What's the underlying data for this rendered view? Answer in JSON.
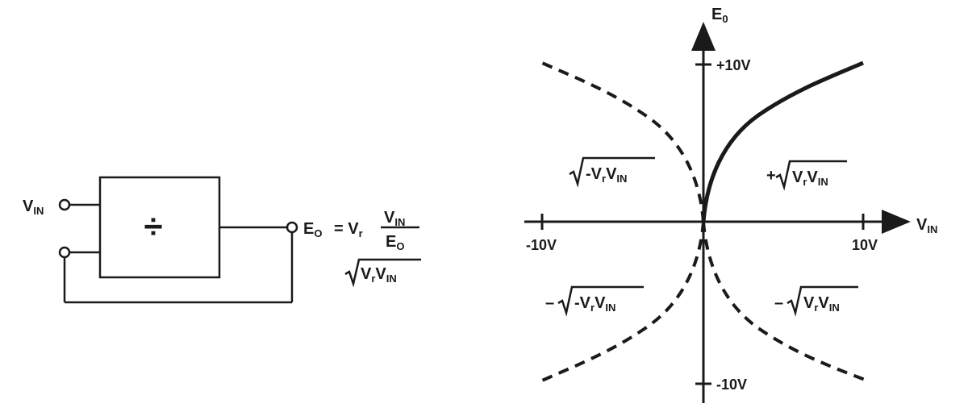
{
  "block_diagram": {
    "input_label": {
      "main": "V",
      "sub": "IN"
    },
    "operator_symbol": "÷",
    "output_label": {
      "main": "E",
      "sub": "O"
    },
    "equation": {
      "equals": "= V",
      "vr_sub": "r",
      "numerator_main": "V",
      "numerator_sub": "IN",
      "denominator_main": "E",
      "denominator_sub": "O",
      "result_v1": "V",
      "result_r": "r",
      "result_v2": "V",
      "result_in": "IN"
    }
  },
  "chart": {
    "y_axis_label": {
      "main": "E",
      "sub": "0"
    },
    "x_axis_label": {
      "main": "V",
      "sub": "IN"
    },
    "tick_y_top": "+10V",
    "tick_y_bottom": "-10V",
    "tick_x_left": "-10V",
    "tick_x_right": "10V",
    "quadrant_labels": {
      "q1": {
        "sign": "+",
        "v1": "V",
        "r": "r",
        "v2": "V",
        "in": "IN"
      },
      "q2": {
        "sign": "",
        "prefix": "-V",
        "r": "r",
        "v2": "V",
        "in": "IN"
      },
      "q3": {
        "sign": "–",
        "prefix": "-V",
        "r": "r",
        "v2": "V",
        "in": "IN"
      },
      "q4": {
        "sign": "–",
        "v1": "V",
        "r": "r",
        "v2": "V",
        "in": "IN"
      }
    },
    "curve_styles": {
      "q1": "solid",
      "q2": "dashed",
      "q3": "dashed",
      "q4": "dashed"
    }
  }
}
